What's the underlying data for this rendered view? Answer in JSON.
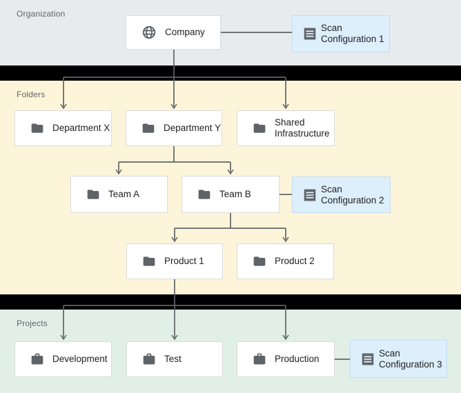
{
  "sections": {
    "organization": {
      "label": "Organization"
    },
    "folders": {
      "label": "Folders"
    },
    "projects": {
      "label": "Projects"
    }
  },
  "nodes": {
    "company": {
      "label": "Company",
      "icon": "globe-icon",
      "section": "organization"
    },
    "scan_config_1": {
      "label": "Scan Configuration 1",
      "icon": "receipt-icon",
      "section": "organization"
    },
    "dept_x": {
      "label": "Department X",
      "icon": "folder-icon",
      "section": "folders"
    },
    "dept_y": {
      "label": "Department Y",
      "icon": "folder-icon",
      "section": "folders"
    },
    "shared_infra": {
      "label": "Shared Infrastructure",
      "icon": "folder-icon",
      "section": "folders"
    },
    "team_a": {
      "label": "Team A",
      "icon": "folder-icon",
      "section": "folders"
    },
    "team_b": {
      "label": "Team B",
      "icon": "folder-icon",
      "section": "folders"
    },
    "scan_config_2": {
      "label": "Scan Configuration 2",
      "icon": "receipt-icon",
      "section": "folders"
    },
    "product_1": {
      "label": "Product 1",
      "icon": "folder-icon",
      "section": "folders"
    },
    "product_2": {
      "label": "Product 2",
      "icon": "folder-icon",
      "section": "folders"
    },
    "development": {
      "label": "Development",
      "icon": "briefcase-icon",
      "section": "projects"
    },
    "test": {
      "label": "Test",
      "icon": "briefcase-icon",
      "section": "projects"
    },
    "production": {
      "label": "Production",
      "icon": "briefcase-icon",
      "section": "projects"
    },
    "scan_config_3": {
      "label": "Scan Configuration 3",
      "icon": "receipt-icon",
      "section": "projects"
    }
  },
  "hierarchy": [
    {
      "from": "Company",
      "to": [
        "Department X",
        "Department Y",
        "Shared Infrastructure"
      ]
    },
    {
      "from": "Department Y",
      "to": [
        "Team A",
        "Team B"
      ]
    },
    {
      "from": "Team B",
      "to": [
        "Product 1",
        "Product 2"
      ]
    },
    {
      "from": "Product 1",
      "to": [
        "Development",
        "Test",
        "Production"
      ]
    }
  ],
  "scan_config_attachments": [
    {
      "config": "Scan Configuration 1",
      "attached_to": "Company"
    },
    {
      "config": "Scan Configuration 2",
      "attached_to": "Team B"
    },
    {
      "config": "Scan Configuration 3",
      "attached_to": "Production"
    }
  ],
  "colors": {
    "organization_bg": "#e8ebee",
    "folders_bg": "#fdf5d9",
    "projects_bg": "#e1efe7",
    "divider_bg": "#000000",
    "node_bg": "#ffffff",
    "node_border": "#d9dadc",
    "scan_config_bg": "#ddeffb",
    "scan_config_border": "#c3dcee",
    "icon_color": "#5f6368",
    "text_color": "#212124",
    "label_color": "#5f6368",
    "connector_color": "#5f6368"
  }
}
